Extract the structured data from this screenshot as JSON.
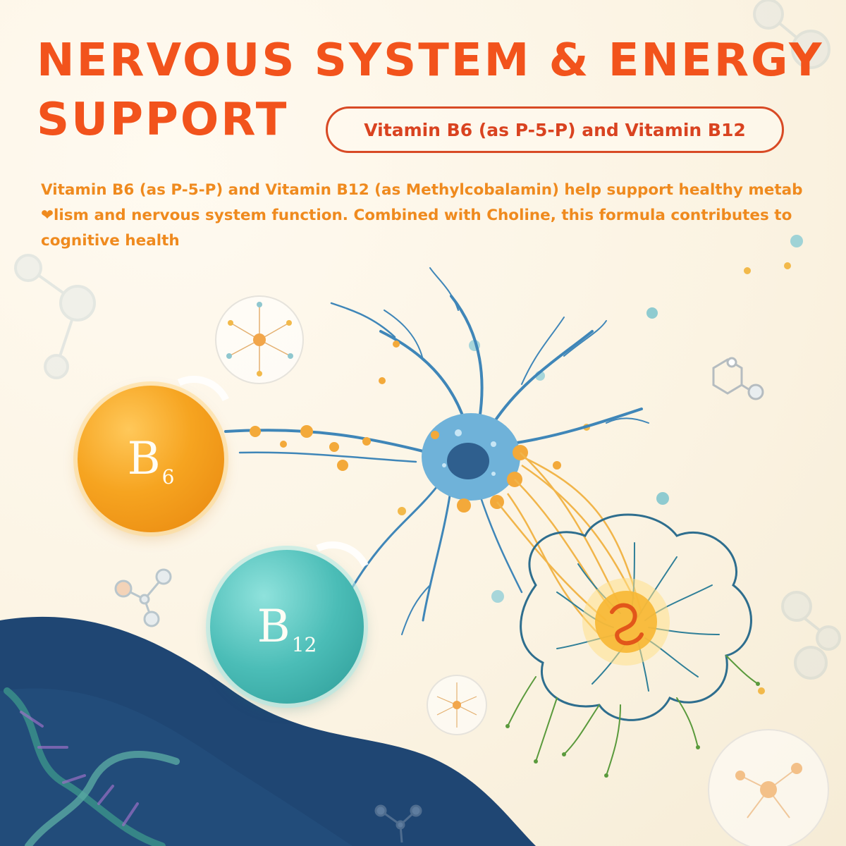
{
  "headline": {
    "line1": "NERVOUS SYSTEM & ENERGY",
    "line2": "SUPPORT"
  },
  "pill": {
    "label": "Vitamin B6 (as P-5-P) and Vitamin B12"
  },
  "description": {
    "text": "Vitamin B6 (as P-5-P) and Vitamin B12 (as Methylcobalamin) help support healthy metab❤lism and nervous system function. Combined with Choline, this formula contributes to cognitive health"
  },
  "vitamins": [
    {
      "letter": "B",
      "sub": "6",
      "color": "#f6a420"
    },
    {
      "letter": "B",
      "sub": "12",
      "color": "#4bbdb7"
    }
  ],
  "colors": {
    "headline": "#f2531c",
    "description": "#ef8a1e",
    "neuron": "#3f86b8",
    "wave": "#1f4673"
  },
  "icons": [
    "neuron-icon",
    "brain-icon",
    "dna-icon",
    "molecule-icon",
    "benzene-icon"
  ]
}
